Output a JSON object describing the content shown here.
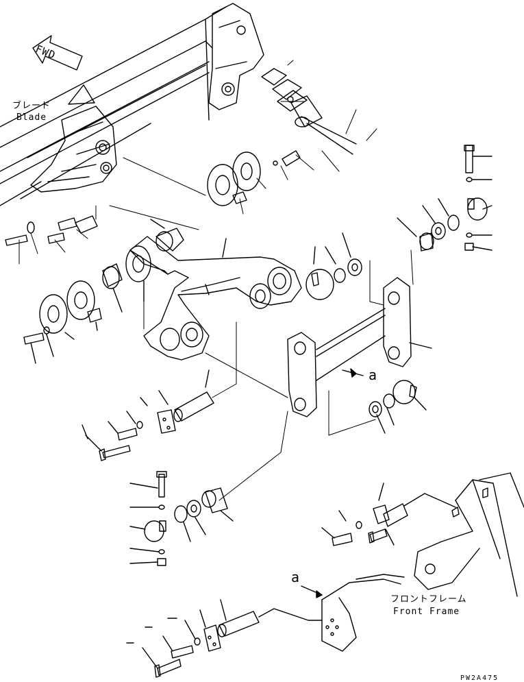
{
  "labels": {
    "fwd": "FWD",
    "blade_jp": "ブレード",
    "blade_en": "Blade",
    "ref_a_upper": "a",
    "ref_a_lower": "a",
    "front_frame_jp": "フロントフレーム",
    "front_frame_en": "Front Frame",
    "drawing_code": "PW2A475"
  },
  "style": {
    "line_color": "#000000",
    "background": "#ffffff"
  }
}
